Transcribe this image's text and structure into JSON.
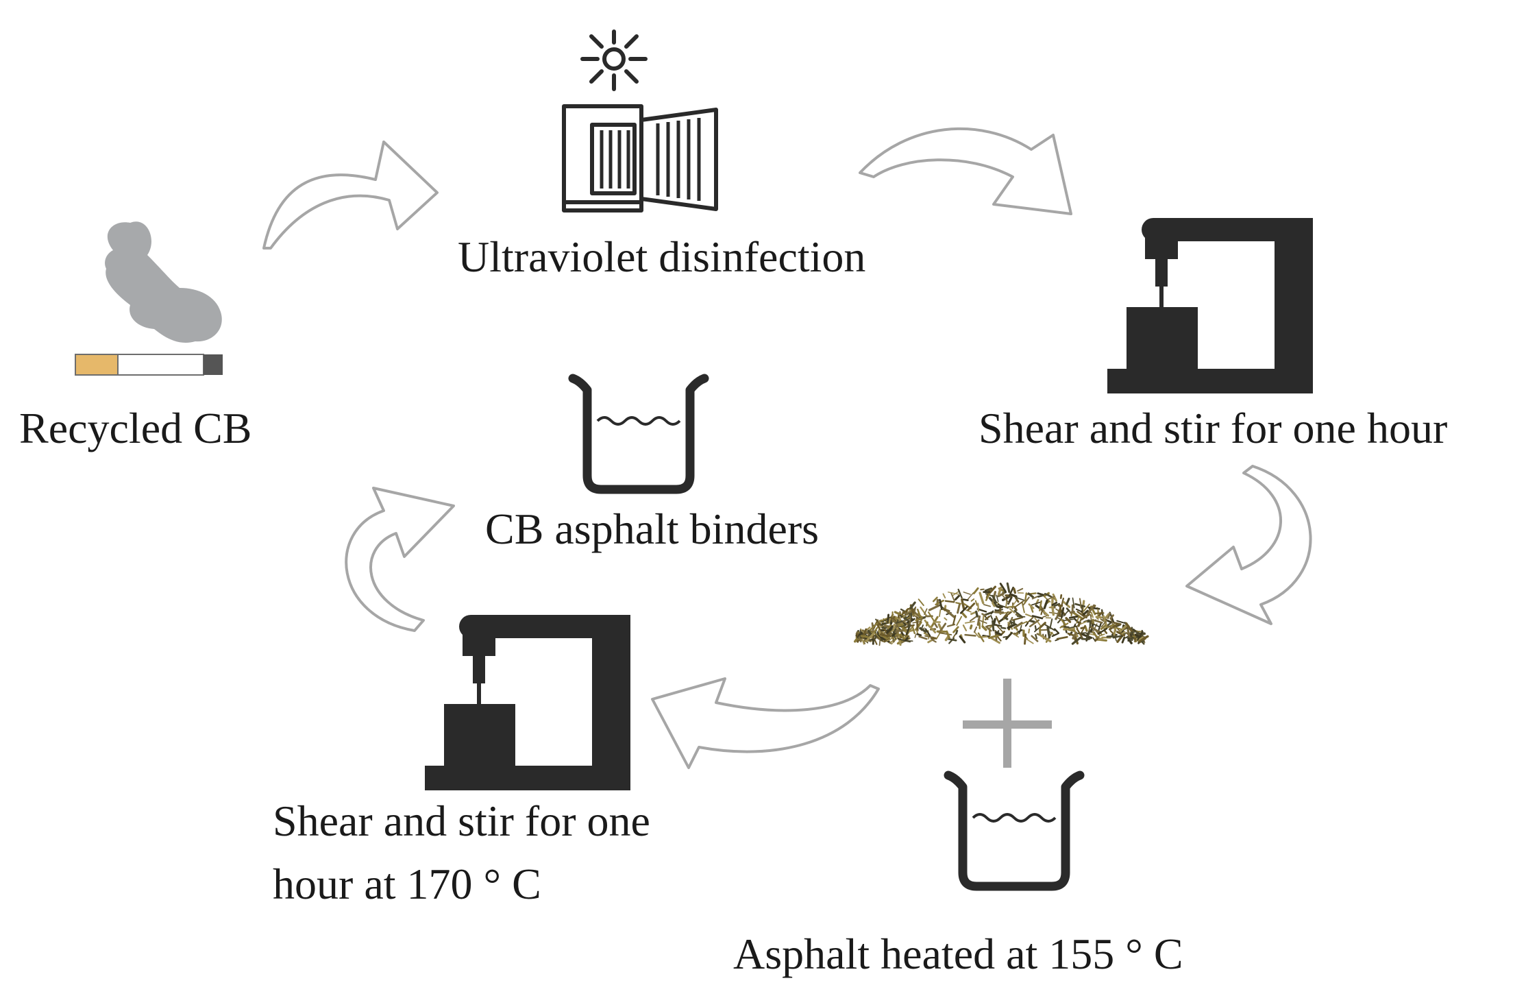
{
  "diagram": {
    "nodes": [
      {
        "id": "recycled",
        "label": "Recycled CB",
        "icon": "cigarette-smoke-icon"
      },
      {
        "id": "uv",
        "label": "Ultraviolet disinfection",
        "icon": "uv-cabinet-icon"
      },
      {
        "id": "shear1",
        "label": "Shear and stir for one hour",
        "icon": "shear-mixer-icon"
      },
      {
        "id": "asphalt",
        "label": "Asphalt heated at 155 ° C",
        "icon": "beaker-icon"
      },
      {
        "id": "shear2",
        "label": "Shear and stir for one hour at 170 ° C",
        "icon": "shear-mixer-icon"
      },
      {
        "id": "product",
        "label": "CB asphalt binders",
        "icon": "beaker-icon"
      }
    ],
    "extra_icons": [
      "sun-icon",
      "fiber-pile-icon",
      "plus-icon"
    ],
    "colors": {
      "icon": "#2a2a2a",
      "arrow_stroke": "#a6a6a6",
      "smoke": "#a7a9ab",
      "filter": "#e6b86a"
    }
  }
}
